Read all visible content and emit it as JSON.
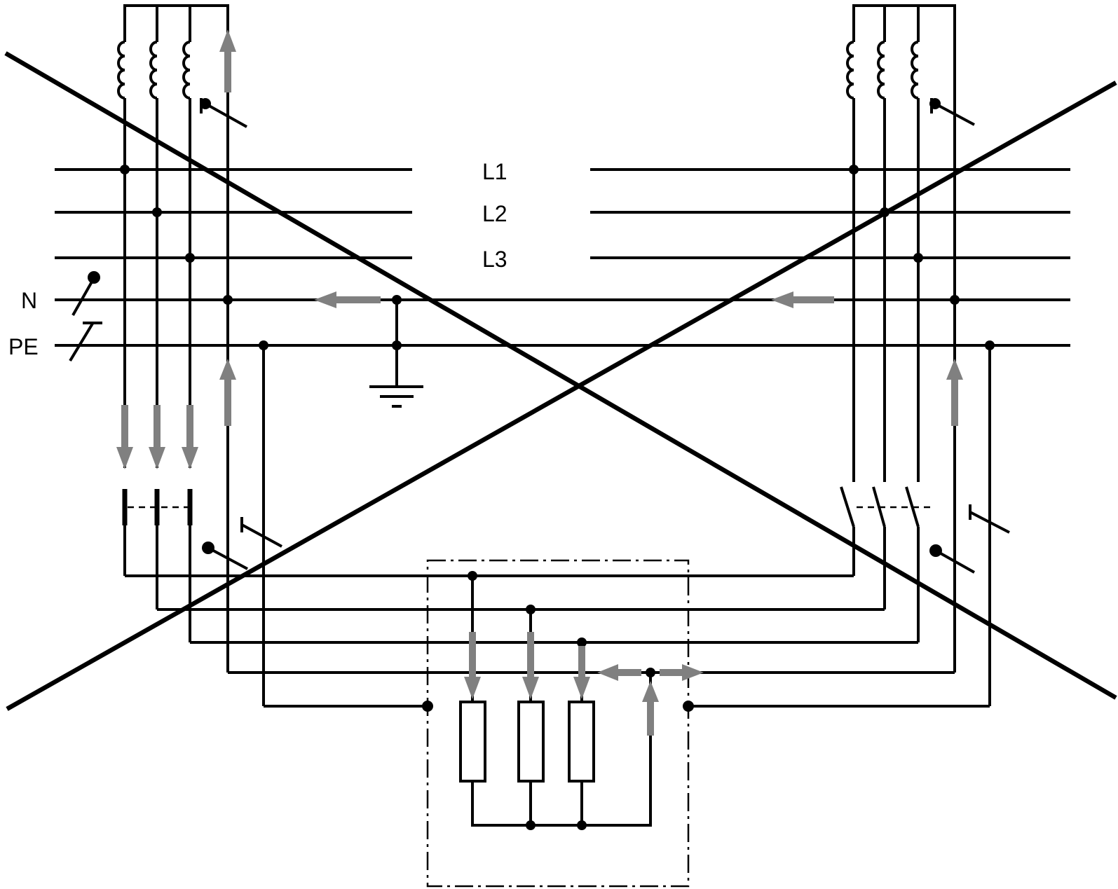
{
  "colors": {
    "conductor": "#000000",
    "arrow": "#808080",
    "background": "#ffffff"
  },
  "labels": {
    "l1": "L1",
    "l2": "L2",
    "l3": "L3",
    "n": "N",
    "pe": "PE"
  },
  "symbols": {
    "crossed_out": "x-mark",
    "earth": "ground-icon",
    "load": "resistor-icon"
  }
}
